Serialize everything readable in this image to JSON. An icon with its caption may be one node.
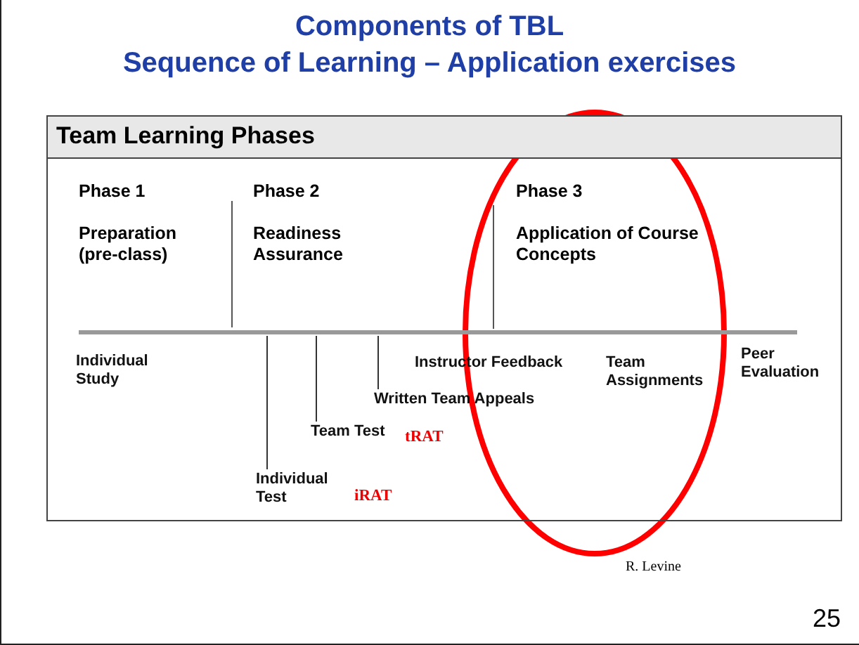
{
  "diagram": {
    "title": "Components of TBL Sequence of Learning – Application exercises",
    "nodes": [
      {
        "text": [
          "Team Learning Phases"
        ]
      },
      {
        "text": [
          "Phase 1",
          "Preparation (pre-class)"
        ],
        "in": 0
      },
      {
        "text": [
          "Phase 2",
          "Readiness Assurance"
        ],
        "in": 0
      },
      {
        "text": [
          "Phase 3",
          "Application of Course Concepts"
        ],
        "in": 0
      },
      {
        "text": [],
        "shape": "bar",
        "in": 0
      },
      {
        "text": [
          "Individual Study"
        ],
        "in": 0
      },
      {
        "text": [
          "Individual Test"
        ],
        "beside": [
          "iRAT"
        ],
        "in": 0
      },
      {
        "text": [
          "Team Test"
        ],
        "beside": [
          "tRAT"
        ],
        "in": 0
      },
      {
        "text": [
          "Written Team Appeals"
        ],
        "in": 0
      },
      {
        "text": [
          "Instructor Feedback"
        ],
        "in": 0
      },
      {
        "text": [
          "Team Assignments"
        ],
        "in": 0
      },
      {
        "text": [
          "Peer Evaluation"
        ],
        "in": 0
      }
    ],
    "edges": [
      {
        "from": 6,
        "to": 4,
        "arrow": "none"
      },
      {
        "from": 7,
        "to": 4,
        "arrow": "none"
      },
      {
        "from": 8,
        "to": 4,
        "arrow": "none"
      }
    ],
    "labels": [
      "R. Levine",
      "25"
    ]
  }
}
